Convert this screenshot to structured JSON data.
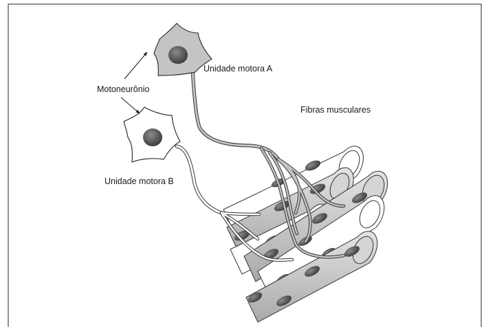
{
  "labels": {
    "motoneuron": "Motoneurônio",
    "motor_unit_a": "Unidade motora A",
    "motor_unit_b": "Unidade motora B",
    "muscle_fibers": "Fibras musculares"
  },
  "colors": {
    "frame": "#222222",
    "neuron_a_fill": "#c4c4c4",
    "neuron_b_fill": "#ffffff",
    "nucleus_fill": "#5c5c5c",
    "fiber_gray": "#c9c9c9",
    "fiber_white": "#ffffff",
    "outline": "#333333"
  }
}
